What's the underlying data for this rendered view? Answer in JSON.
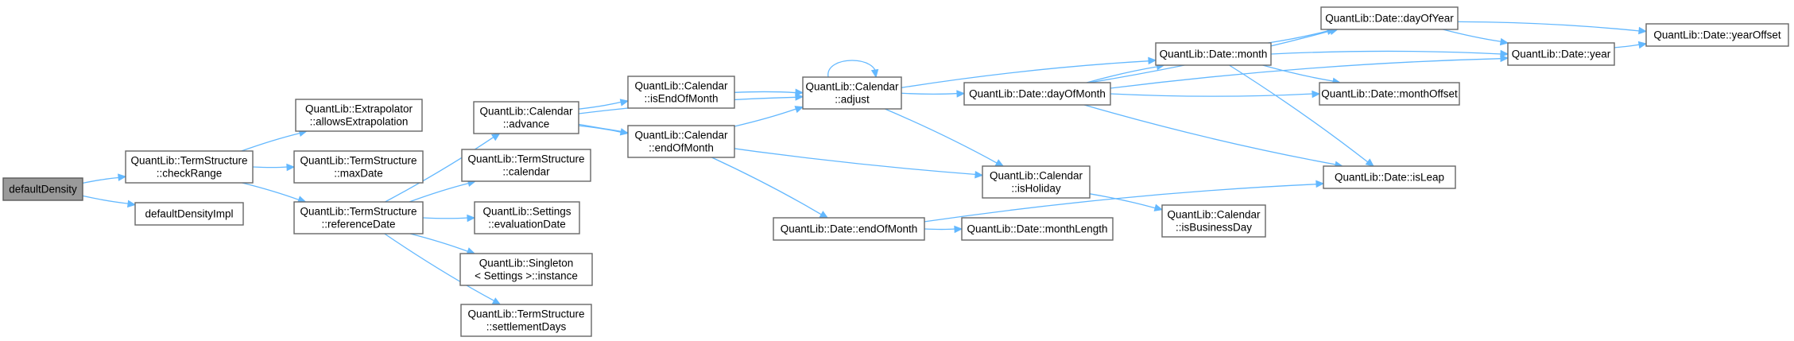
{
  "colors": {
    "edge": "#63b8ff",
    "node_border": "#666666",
    "node_fill": "#ffffff",
    "root_fill": "#9a9a9a"
  },
  "nodes": [
    {
      "id": "defaultDensity",
      "lines": [
        "defaultDensity"
      ],
      "root": true
    },
    {
      "id": "checkRange",
      "lines": [
        "QuantLib::TermStructure",
        "::checkRange"
      ]
    },
    {
      "id": "defaultDensityImpl",
      "lines": [
        "defaultDensityImpl"
      ]
    },
    {
      "id": "allowsExtrapolation",
      "lines": [
        "QuantLib::Extrapolator",
        "::allowsExtrapolation"
      ]
    },
    {
      "id": "maxDate",
      "lines": [
        "QuantLib::TermStructure",
        "::maxDate"
      ]
    },
    {
      "id": "referenceDate",
      "lines": [
        "QuantLib::TermStructure",
        "::referenceDate"
      ]
    },
    {
      "id": "advance",
      "lines": [
        "QuantLib::Calendar",
        "::advance"
      ]
    },
    {
      "id": "tsCalendar",
      "lines": [
        "QuantLib::TermStructure",
        "::calendar"
      ]
    },
    {
      "id": "evaluationDate",
      "lines": [
        "QuantLib::Settings",
        "::evaluationDate"
      ]
    },
    {
      "id": "instance",
      "lines": [
        "QuantLib::Singleton",
        "< Settings >::instance"
      ]
    },
    {
      "id": "settlementDays",
      "lines": [
        "QuantLib::TermStructure",
        "::settlementDays"
      ]
    },
    {
      "id": "isEndOfMonth",
      "lines": [
        "QuantLib::Calendar",
        "::isEndOfMonth"
      ]
    },
    {
      "id": "calEndOfMonth",
      "lines": [
        "QuantLib::Calendar",
        "::endOfMonth"
      ]
    },
    {
      "id": "adjust",
      "lines": [
        "QuantLib::Calendar",
        "::adjust"
      ]
    },
    {
      "id": "dateEndOfMonth",
      "lines": [
        "QuantLib::Date::endOfMonth"
      ]
    },
    {
      "id": "dayOfMonth",
      "lines": [
        "QuantLib::Date::dayOfMonth"
      ]
    },
    {
      "id": "isHoliday",
      "lines": [
        "QuantLib::Calendar",
        "::isHoliday"
      ]
    },
    {
      "id": "monthLength",
      "lines": [
        "QuantLib::Date::monthLength"
      ]
    },
    {
      "id": "month",
      "lines": [
        "QuantLib::Date::month"
      ]
    },
    {
      "id": "isBusinessDay",
      "lines": [
        "QuantLib::Calendar",
        "::isBusinessDay"
      ]
    },
    {
      "id": "dayOfYear",
      "lines": [
        "QuantLib::Date::dayOfYear"
      ]
    },
    {
      "id": "year",
      "lines": [
        "QuantLib::Date::year"
      ]
    },
    {
      "id": "monthOffset",
      "lines": [
        "QuantLib::Date::monthOffset"
      ]
    },
    {
      "id": "isLeap",
      "lines": [
        "QuantLib::Date::isLeap"
      ]
    },
    {
      "id": "yearOffset",
      "lines": [
        "QuantLib::Date::yearOffset"
      ]
    }
  ],
  "edges": [
    [
      "defaultDensity",
      "checkRange"
    ],
    [
      "defaultDensity",
      "defaultDensityImpl"
    ],
    [
      "checkRange",
      "allowsExtrapolation"
    ],
    [
      "checkRange",
      "maxDate"
    ],
    [
      "checkRange",
      "referenceDate"
    ],
    [
      "referenceDate",
      "advance"
    ],
    [
      "referenceDate",
      "tsCalendar"
    ],
    [
      "referenceDate",
      "evaluationDate"
    ],
    [
      "referenceDate",
      "instance"
    ],
    [
      "referenceDate",
      "settlementDays"
    ],
    [
      "advance",
      "adjust"
    ],
    [
      "advance",
      "isEndOfMonth"
    ],
    [
      "advance",
      "calEndOfMonth"
    ],
    [
      "advance",
      "isHoliday"
    ],
    [
      "isEndOfMonth",
      "adjust"
    ],
    [
      "calEndOfMonth",
      "adjust"
    ],
    [
      "calEndOfMonth",
      "dateEndOfMonth"
    ],
    [
      "adjust",
      "adjust"
    ],
    [
      "adjust",
      "month"
    ],
    [
      "adjust",
      "dayOfMonth"
    ],
    [
      "adjust",
      "isHoliday"
    ],
    [
      "dateEndOfMonth",
      "monthLength"
    ],
    [
      "dateEndOfMonth",
      "isLeap"
    ],
    [
      "dayOfMonth",
      "dayOfYear"
    ],
    [
      "dayOfMonth",
      "month"
    ],
    [
      "dayOfMonth",
      "monthOffset"
    ],
    [
      "dayOfMonth",
      "year"
    ],
    [
      "dayOfMonth",
      "isLeap"
    ],
    [
      "isHoliday",
      "isBusinessDay"
    ],
    [
      "month",
      "dayOfYear"
    ],
    [
      "month",
      "year"
    ],
    [
      "month",
      "monthOffset"
    ],
    [
      "month",
      "isLeap"
    ],
    [
      "dayOfYear",
      "year"
    ],
    [
      "dayOfYear",
      "yearOffset"
    ],
    [
      "year",
      "yearOffset"
    ]
  ]
}
